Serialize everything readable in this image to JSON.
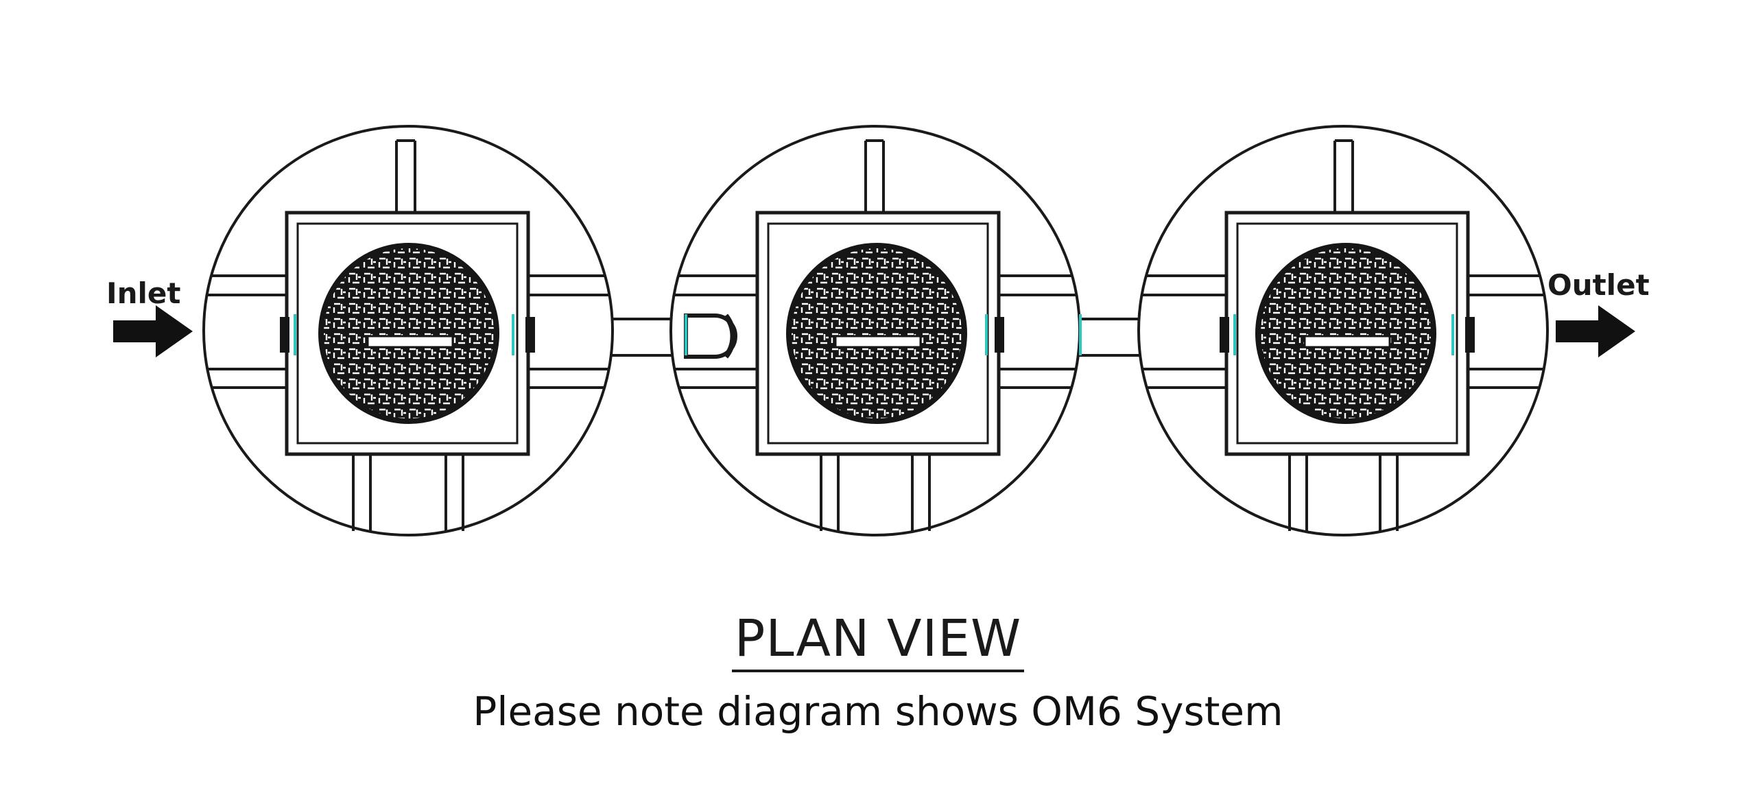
{
  "labels": {
    "inlet": "Inlet",
    "outlet": "Outlet"
  },
  "caption": {
    "title": "PLAN VIEW",
    "note": "Please note diagram shows OM6 System"
  },
  "colors": {
    "line": "#1a1a1a",
    "cover": "#161616",
    "pattern": "#ffffff",
    "seal": "#2fc6c0"
  },
  "tanks": [
    {
      "id": "tank-1"
    },
    {
      "id": "tank-2"
    },
    {
      "id": "tank-3"
    }
  ]
}
